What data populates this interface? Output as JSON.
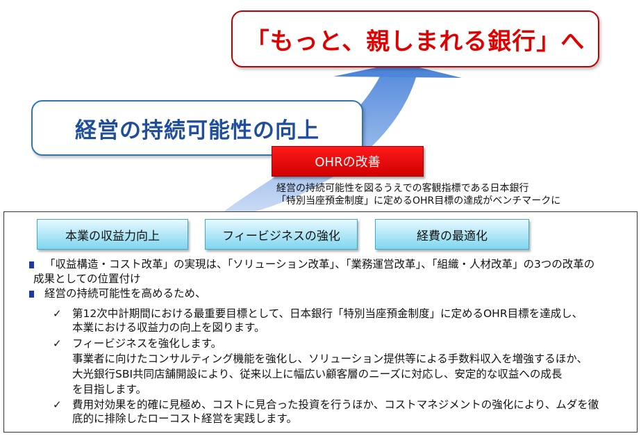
{
  "goal": {
    "text": "「もっと、親しまれる銀行」へ"
  },
  "sustainability": {
    "text": "経営の持続可能性の向上"
  },
  "ohr": {
    "label": "OHRの改善",
    "desc_line1": "経営の持続可能性を図るうえでの客観指標である日本銀行",
    "desc_line2": "「特別当座預金制度」に定めるOHR目標の達成がベンチマークに"
  },
  "tags": [
    {
      "label": "本業の収益力向上"
    },
    {
      "label": "フィービジネスの強化"
    },
    {
      "label": "経費の最適化"
    }
  ],
  "bullets": [
    {
      "line1": "「収益構造・コスト改革」の実現は、「ソリューション改革」、「業務運営改革」、「組織・人材改革」の3つの改革の",
      "line2": "成果としての位置付け"
    },
    {
      "line1": "経営の持続可能性を高めるため、"
    }
  ],
  "checks": [
    {
      "lines": [
        "第12次中計期間における最重要目標として、日本銀行「特別当座預金制度」に定めるOHR目標を達成し、",
        "本業における収益力の向上を図ります。"
      ]
    },
    {
      "lines": [
        "フィービジネスを強化します。",
        "事業者に向けたコンサルティング機能を強化し、ソリューション提供等による手数料収入を増強するほか、",
        "大光銀行SBI共同店舗開設により、従来以上に幅広い顧客層のニーズに対応し、安定的な収益への成長",
        "を目指します。"
      ]
    },
    {
      "lines": [
        "費用対効果を的確に見極め、コストに見合った投資を行うほか、コストマネジメントの強化により、ムダを徹",
        "底的に排除したローコスト経営を実践します。"
      ]
    }
  ],
  "check_symbol": "✓",
  "colors": {
    "goal_red": "#e00000",
    "sustain_blue": "#1f4e9c",
    "ohr_red": "#e00000",
    "tag_cyan": "#7fd6ef",
    "arrow_blue": "#6f9fe0"
  }
}
